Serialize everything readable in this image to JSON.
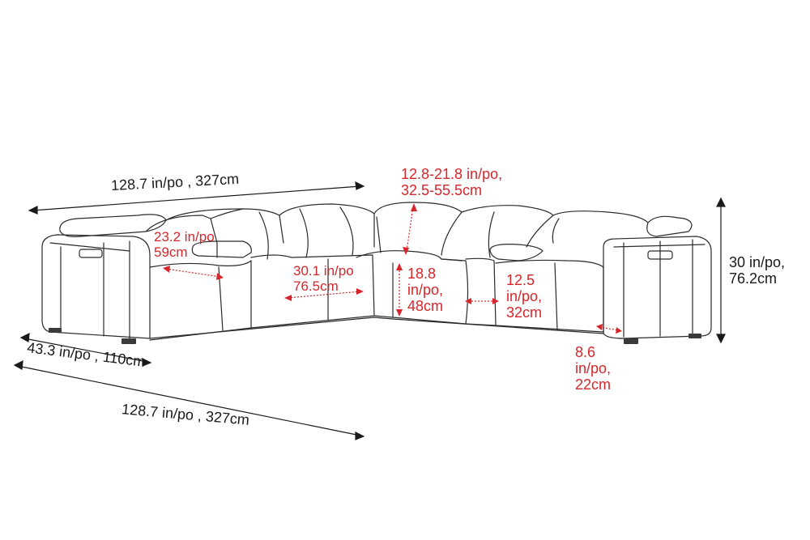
{
  "colors": {
    "outline": "#2b2b2b",
    "dimension_black": "#1a1a1a",
    "dimension_red": "#d7262b",
    "background": "#ffffff"
  },
  "dimensions": {
    "back_width": "128.7 in/po , 327cm",
    "front_width": "128.7 in/po , 327cm",
    "depth": "43.3 in/po , 110cm",
    "height": [
      "30 in/po,",
      "76.2cm"
    ],
    "headrest": [
      "12.8-21.8 in/po,",
      "32.5-55.5cm"
    ],
    "seat_depth_left": [
      "23.2 in/po",
      "59cm"
    ],
    "seat_width_middle": [
      "30.1 in/po",
      "76.5cm"
    ],
    "seat_height": [
      "18.8",
      "in/po,",
      "48cm"
    ],
    "console_width": [
      "12.5",
      "in/po,",
      "32cm"
    ],
    "arm_width": [
      "8.6",
      "in/po,",
      "22cm"
    ]
  }
}
